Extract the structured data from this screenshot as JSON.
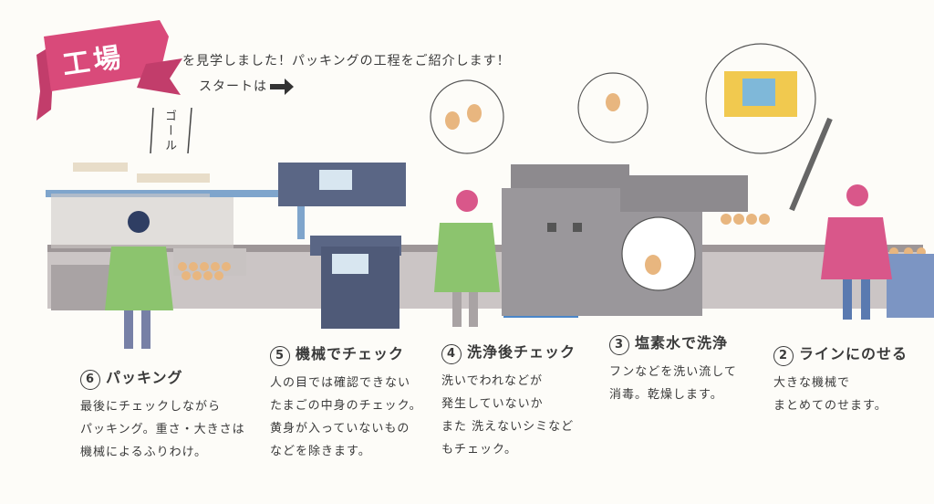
{
  "ribbon": {
    "label": "工場"
  },
  "intro": {
    "line1": "を見学しました！パッキングの工程をご紹介します！",
    "line2": "スタートは"
  },
  "goal_label": "ゴール",
  "steps": [
    {
      "num": "6",
      "title": "パッキング",
      "lines": [
        "最後にチェックしながら",
        "パッキング。重さ・大きさは",
        "機械によるふりわけ。"
      ]
    },
    {
      "num": "5",
      "title": "機械でチェック",
      "lines": [
        "人の目では確認できない",
        "たまごの中身のチェック。",
        "黄身が入っていないもの",
        "などを除きます。"
      ]
    },
    {
      "num": "4",
      "title": "洗浄後チェック",
      "lines": [
        "洗いでわれなどが",
        "発生していないか",
        "また 洗えないシミなど",
        "もチェック。"
      ]
    },
    {
      "num": "3",
      "title": "塩素水で洗浄",
      "lines": [
        "フンなどを洗い流して",
        "消毒。乾燥します。"
      ]
    },
    {
      "num": "2",
      "title": "ラインにのせる",
      "lines": [
        "大きな機械で",
        "まとめてのせます。"
      ]
    }
  ],
  "colors": {
    "ribbon": "#d94a7a",
    "robe_green": "#8cc46e",
    "robe_pink": "#d9578a",
    "machine_gray": "#8d8a8e",
    "panel_navy": "#4f5a78",
    "conveyor_blue": "#4a86c9",
    "egg": "#e8b67f"
  }
}
